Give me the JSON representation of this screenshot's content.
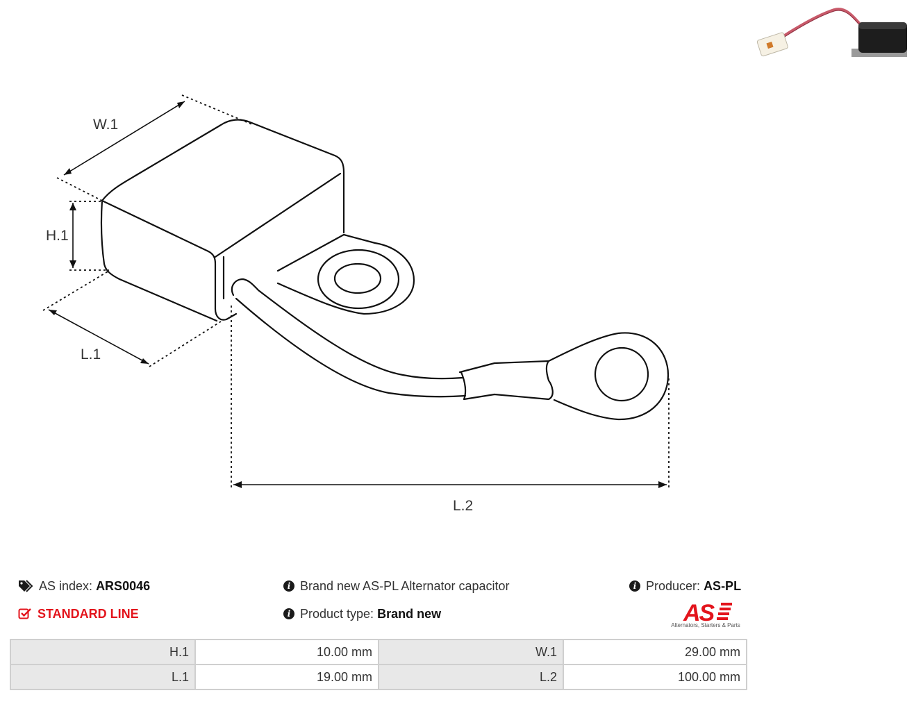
{
  "drawing": {
    "labels": {
      "w1": "W.1",
      "h1": "H.1",
      "l1": "L.1",
      "l2": "L.2"
    }
  },
  "info": {
    "index_label": "AS index:",
    "index_value": "ARS0046",
    "standard_line": "STANDARD LINE",
    "description": "Brand new AS-PL Alternator capacitor",
    "product_type_label": "Product type:",
    "product_type_value": "Brand new",
    "producer_label": "Producer:",
    "producer_value": "AS-PL"
  },
  "logo": {
    "mark": "AS",
    "tagline": "Alternators, Starters & Parts"
  },
  "specs": [
    {
      "k1": "H.1",
      "v1": "10.00 mm",
      "k2": "W.1",
      "v2": "29.00 mm"
    },
    {
      "k1": "L.1",
      "v1": "19.00 mm",
      "k2": "L.2",
      "v2": "100.00 mm"
    }
  ],
  "colors": {
    "accent_red": "#e3141c",
    "table_key_bg": "#e8e8e8",
    "table_border": "#cfcfcf"
  }
}
